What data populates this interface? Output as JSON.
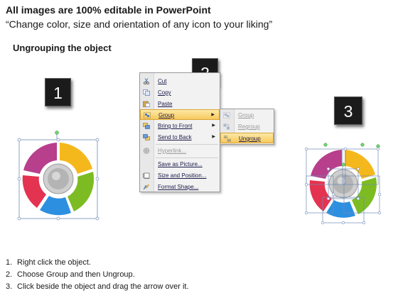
{
  "header": {
    "title": "All images are 100% editable in PowerPoint",
    "subtitle": "“Change color, size and orientation of any icon to your liking”"
  },
  "section_title": "Ungrouping the object",
  "steps": [
    "1",
    "2",
    "3"
  ],
  "context_menu": {
    "items": [
      {
        "label": "Cut",
        "icon": "scissors-icon",
        "enabled": true
      },
      {
        "label": "Copy",
        "icon": "copy-icon",
        "enabled": true
      },
      {
        "label": "Paste",
        "icon": "paste-icon",
        "enabled": true
      },
      {
        "label": "Group",
        "icon": "group-icon",
        "enabled": true,
        "submenu": true,
        "highlighted": true
      },
      {
        "label": "Bring to Front",
        "icon": "bring-to-front-icon",
        "enabled": true,
        "submenu": true
      },
      {
        "label": "Send to Back",
        "icon": "send-to-back-icon",
        "enabled": true,
        "submenu": true
      },
      {
        "label": "Hyperlink...",
        "icon": "hyperlink-icon",
        "enabled": false
      },
      {
        "label": "Save as Picture...",
        "icon": "",
        "enabled": true
      },
      {
        "label": "Size and Position...",
        "icon": "size-position-icon",
        "enabled": true
      },
      {
        "label": "Format Shape...",
        "icon": "format-shape-icon",
        "enabled": true
      }
    ]
  },
  "submenu": {
    "items": [
      {
        "label": "Group",
        "icon": "group-icon",
        "enabled": false
      },
      {
        "label": "Regroup",
        "icon": "regroup-icon",
        "enabled": false
      },
      {
        "label": "Ungroup",
        "icon": "ungroup-icon",
        "enabled": true,
        "highlighted": true
      }
    ]
  },
  "instructions": [
    {
      "num": "1.",
      "text": "Right click the object."
    },
    {
      "num": "2.",
      "text": "Choose Group and then Ungroup."
    },
    {
      "num": "3.",
      "text": "Click beside the object and drag the arrow over it."
    }
  ],
  "colors": {
    "segment_yellow": "#f5b81c",
    "segment_green": "#7cbc22",
    "segment_blue": "#2d8fe0",
    "segment_red": "#e43350",
    "segment_magenta": "#b73f8c",
    "center_gray": "#b4b4b4",
    "selection_blue": "#6f8bb5",
    "handle_green": "#6ed46c"
  }
}
